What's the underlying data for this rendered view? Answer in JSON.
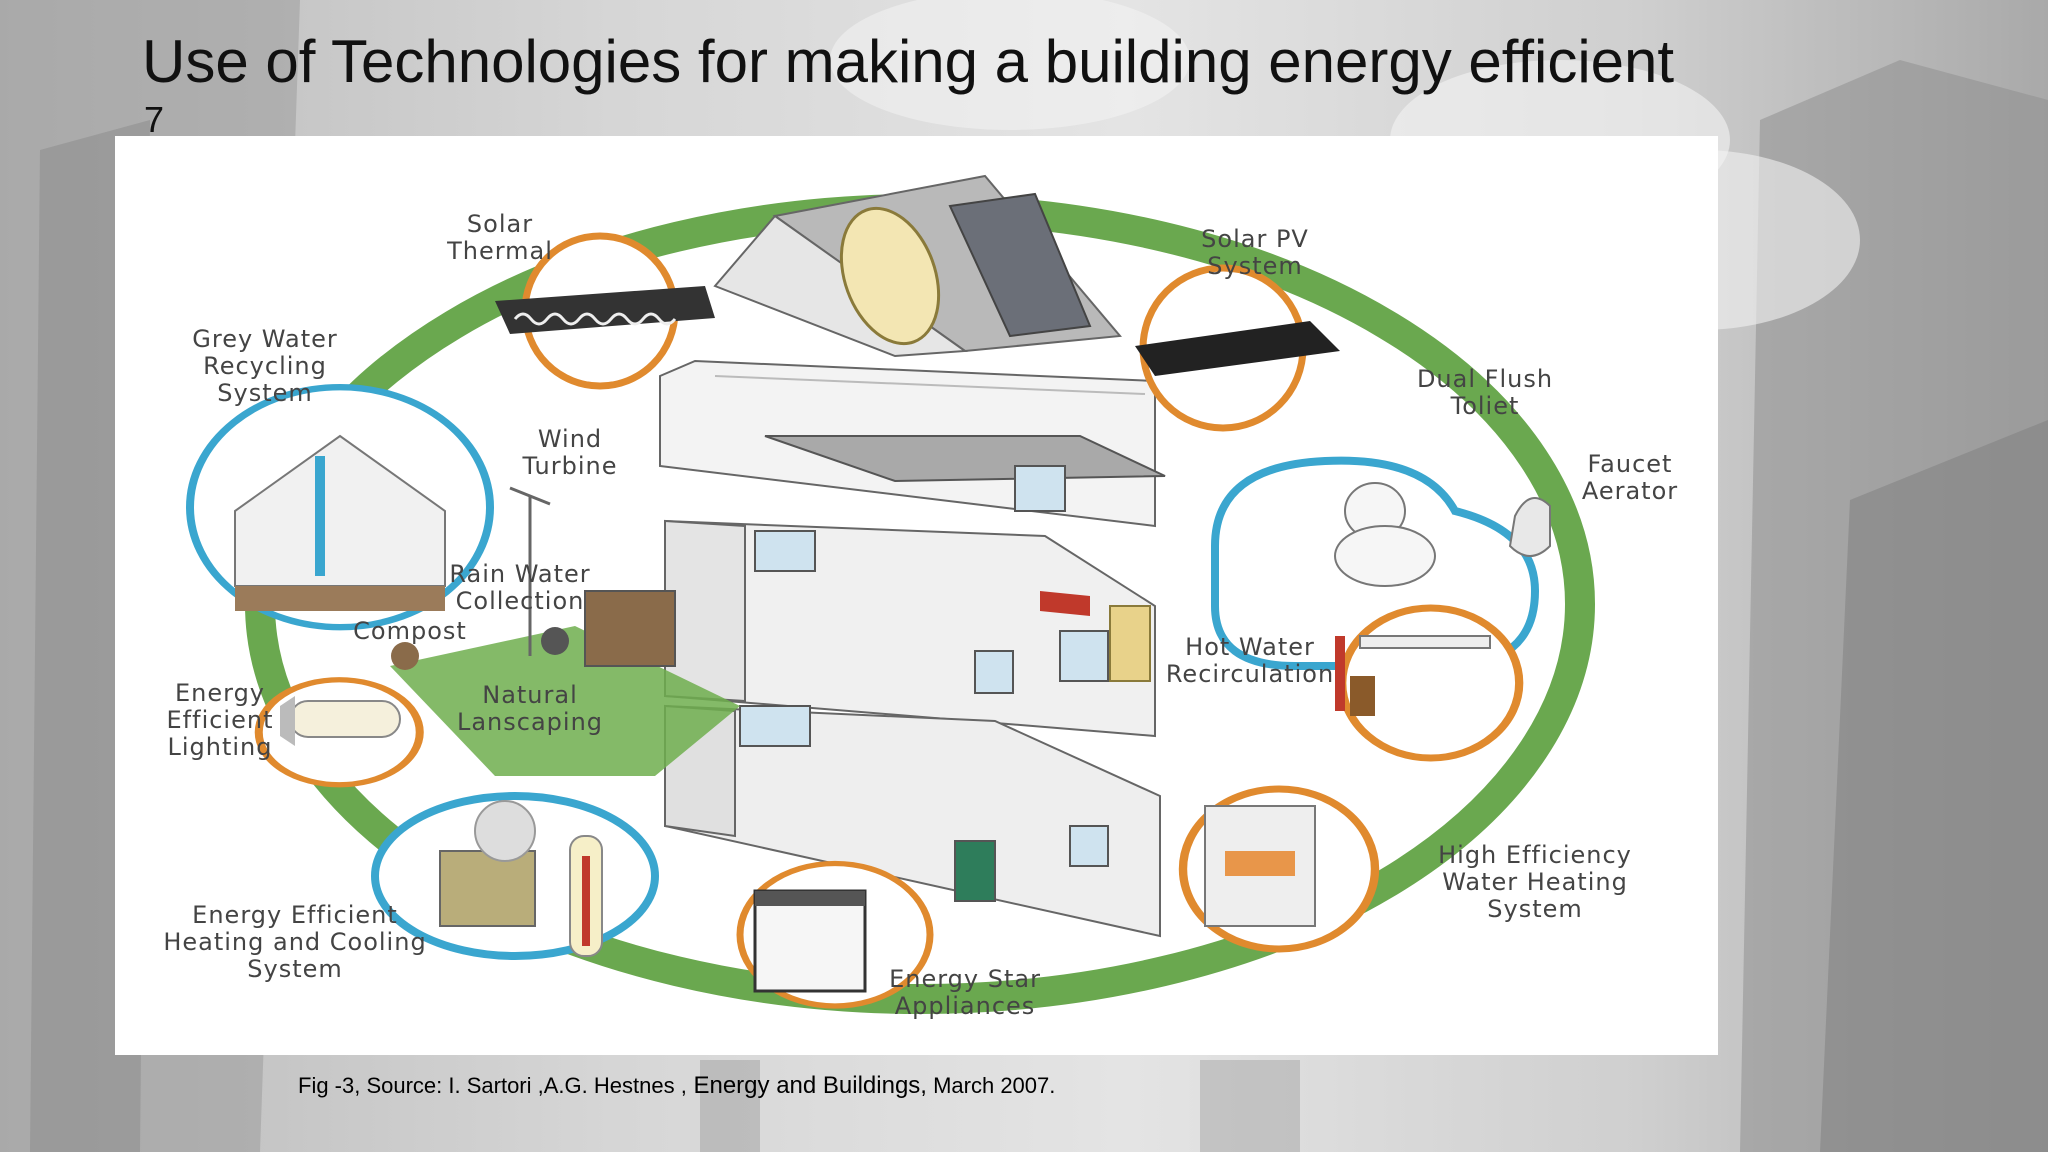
{
  "slide": {
    "title": "Use of Technologies for making a building energy efficient",
    "number": "7"
  },
  "figure": {
    "labels": {
      "solar_thermal": "Solar\nThermal",
      "solar_pv": "Solar PV\nSystem",
      "grey_water": "Grey Water\nRecycling\nSystem",
      "wind_turbine": "Wind\nTurbine",
      "rain_water": "Rain Water\nCollection",
      "compost": "Compost",
      "natural_landscaping": "Natural\nLanscaping",
      "energy_efficient_lighting": "Energy\nEfficient\nLighting",
      "heating_cooling": "Energy Efficient\nHeating and Cooling\nSystem",
      "energy_star": "Energy Star\nAppliances",
      "dual_flush": "Dual Flush\nToliet",
      "faucet_aerator": "Faucet\nAerator",
      "hot_water": "Hot Water\nRecirculation",
      "water_heating": "High Efficiency\nWater Heating\nSystem"
    }
  },
  "caption": {
    "prefix": "Fig -3, Source: I. Sartori ,A.G. Hestnes ,",
    "journal": " Energy and Buildings,",
    "date": " March 2007."
  },
  "colors": {
    "ring_green": "#6aa84f",
    "orange": "#e08a2e",
    "blue": "#3aa6cf"
  }
}
